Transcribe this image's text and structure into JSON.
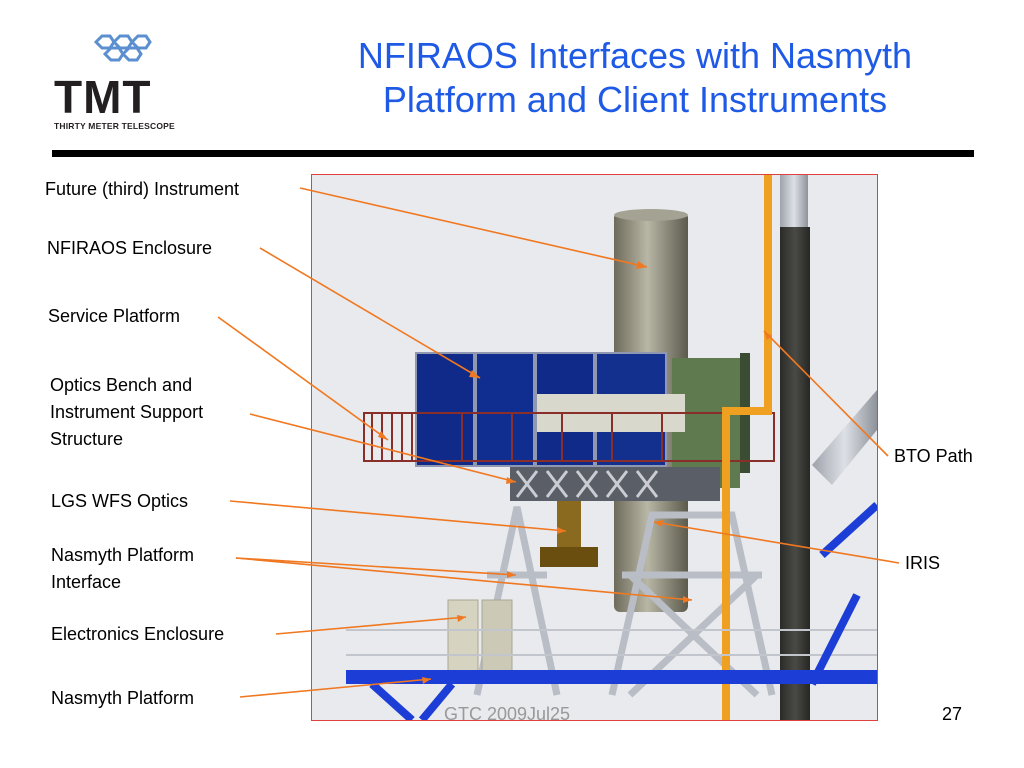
{
  "slide": {
    "title_line1": "NFIRAOS Interfaces with Nasmyth",
    "title_line2": "Platform and Client Instruments",
    "page_number": "27",
    "footer_text": "GTC 2009Jul25"
  },
  "logo": {
    "wordmark": "TMT",
    "subtitle": "THIRTY METER TELESCOPE"
  },
  "labels": {
    "future_instrument": "Future (third) Instrument",
    "nfiraos_enclosure": "NFIRAOS Enclosure",
    "service_platform": "Service Platform",
    "optics_bench_l1": "Optics Bench and",
    "optics_bench_l2": "Instrument Support",
    "optics_bench_l3": "Structure",
    "lgs_wfs_optics": "LGS WFS Optics",
    "nasmyth_interface_l1": "Nasmyth Platform",
    "nasmyth_interface_l2": "Interface",
    "electronics_enclosure": "Electronics Enclosure",
    "nasmyth_platform": "Nasmyth Platform",
    "bto_path": "BTO Path",
    "iris": "IRIS"
  },
  "colors": {
    "title": "#1e5ae6",
    "leader_lines": "#f07820",
    "render_border": "#e0413f"
  }
}
